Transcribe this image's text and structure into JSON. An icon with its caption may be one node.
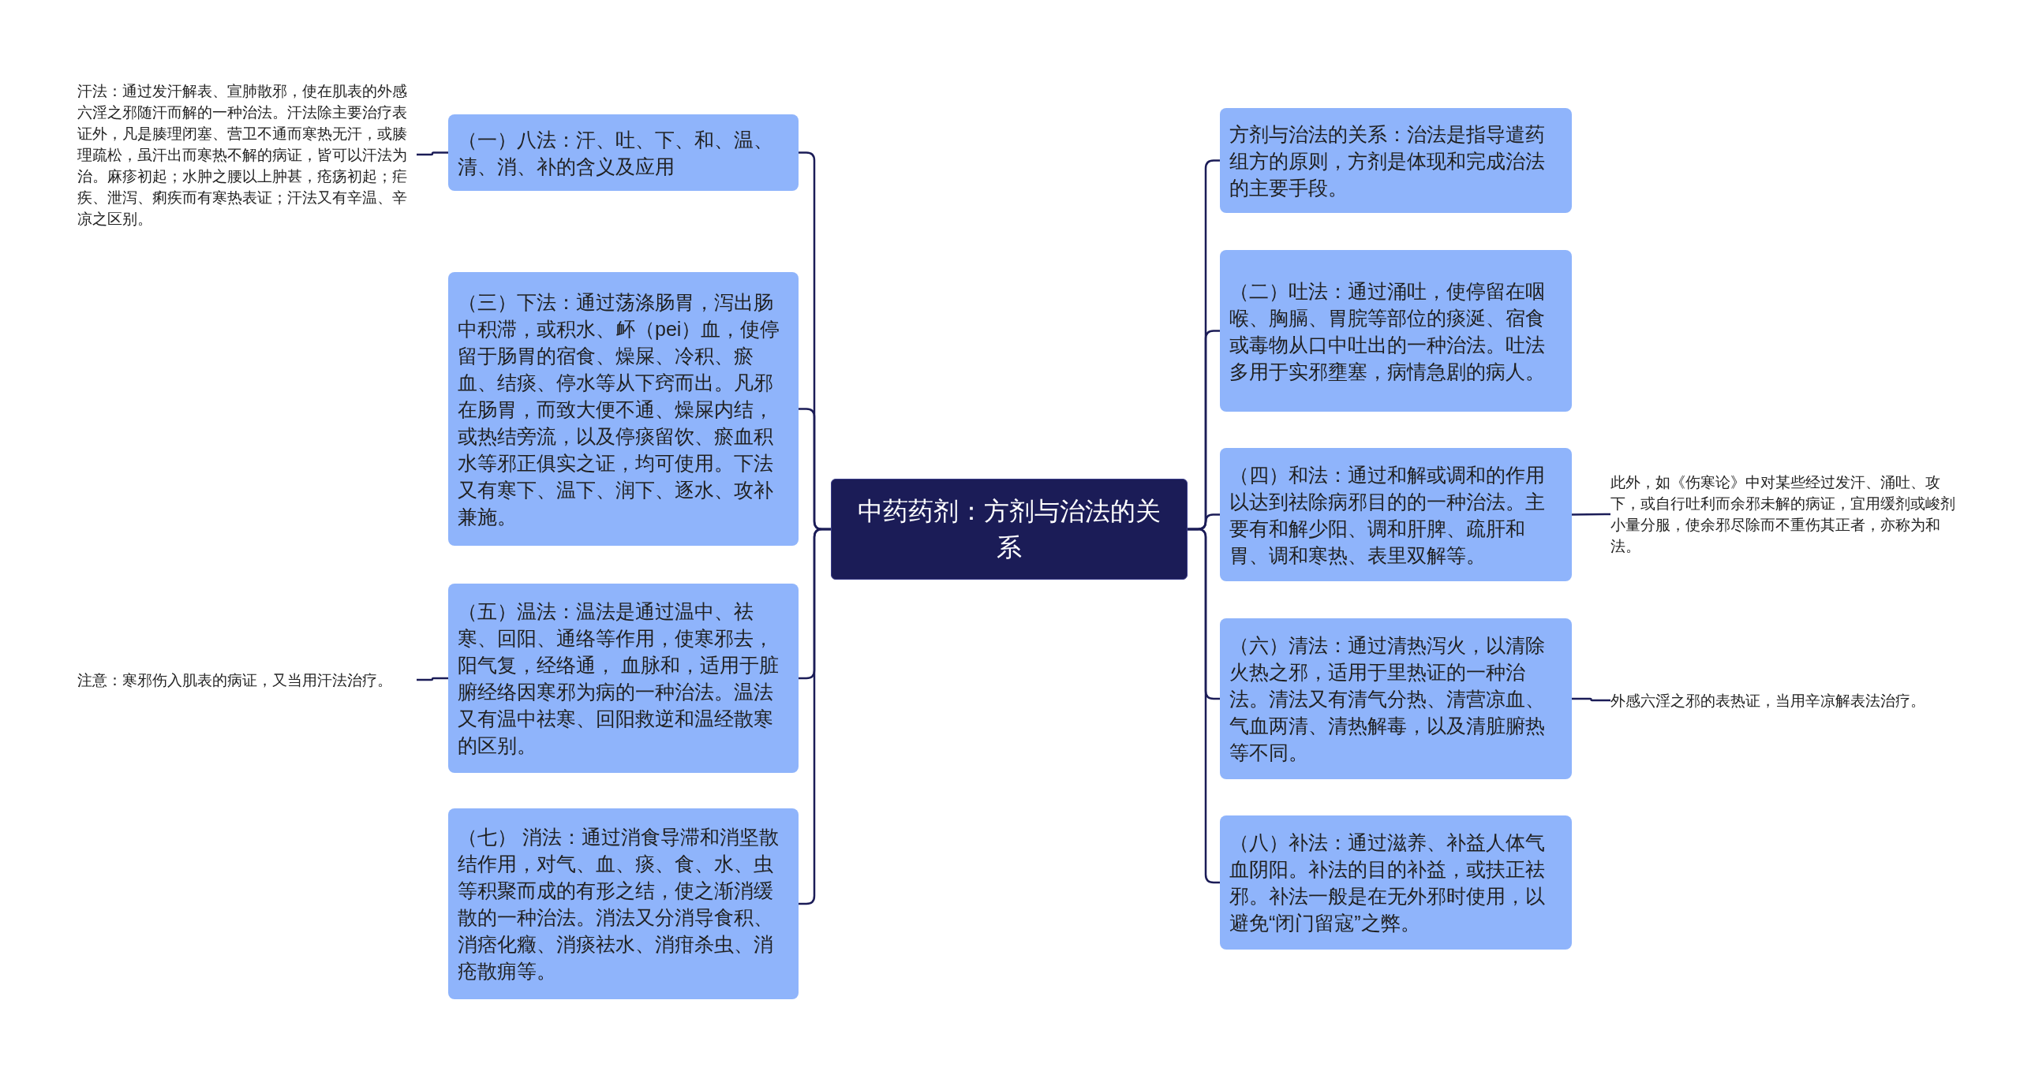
{
  "diagram": {
    "nodes": [
      {
        "text": [
          "中药药剂：方剂与治法的关系"
        ]
      },
      {
        "text": [
          "（一）八法：汗、吐、下、和、温、清、消、补的含义及应用"
        ]
      },
      {
        "text": [
          "（三）下法：通过荡涤肠胃，泻出肠中积滞，或积水、衃（pei）血，使停留于肠胃的宿食、燥屎、冷积、瘀血、结痰、停水等从下窍而出。凡邪在肠胃，而致大便不通、燥屎内结，或热结旁流，以及停痰留饮、瘀血积水等邪正俱实之证，均可使用。下法又有寒下、温下、润下、逐水、攻补兼施。"
        ]
      },
      {
        "text": [
          "（五）温法：温法是通过温中、祛寒、回阳、通络等作用，使寒邪去，阳气复，经络通， 血脉和，适用于脏腑经络因寒邪为病的一种治法。温法又有温中祛寒、回阳救逆和温经散寒的区别。"
        ]
      },
      {
        "text": [
          "（七） 消法：通过消食导滞和消坚散结作用，对气、血、痰、食、水、虫等积聚而成的有形之结，使之渐消缓散的一种治法。消法又分消导食积、消痞化癥、消痰祛水、消疳杀虫、消疮散痈等。"
        ]
      },
      {
        "text": [
          "方剂与治法的关系：治法是指导遣药组方的原则，方剂是体现和完成治法的主要手段。"
        ]
      },
      {
        "text": [
          "（二）吐法：通过涌吐，使停留在咽喉、胸膈、胃脘等部位的痰涎、宿食或毒物从口中吐出的一种治法。吐法多用于实邪壅塞，病情急剧的病人。"
        ]
      },
      {
        "text": [
          "（四）和法：通过和解或调和的作用以达到祛除病邪目的的一种治法。主要有和解少阳、调和肝脾、疏肝和胃、调和寒热、表里双解等。"
        ]
      },
      {
        "text": [
          "（六）清法：通过清热泻火，以清除火热之邪，适用于里热证的一种治法。清法又有清气分热、清营凉血、气血两清、清热解毒，以及清脏腑热等不同。"
        ]
      },
      {
        "text": [
          "（八）补法：通过滋养、补益人体气血阴阳。补法的目的补益，或扶正祛邪。补法一般是在无外邪时使用，以避免“闭门留寇”之弊。"
        ]
      },
      {
        "text": [
          "汗法：通过发汗解表、宣肺散邪，使在肌表的外感六淫之邪随汗而解的一种治法。汗法除主要治疗表证外，凡是腠理闭塞、营卫不通而寒热无汗，或腠理疏松，虽汗出而寒热不解的病证，皆可以汗法为治。麻疹初起；水肿之腰以上肿甚，疮疡初起；疟疾、泄泻、痢疾而有寒热表证；汗法又有辛温、辛凉之区别。"
        ]
      },
      {
        "text": [
          "注意：寒邪伤入肌表的病证，又当用汗法治疗。"
        ]
      },
      {
        "text": [
          "此外，如《伤寒论》中对某些经过发汗、涌吐、攻下，或自行吐利而余邪未解的病证，宜用缓剂或峻剂小量分服，使余邪尽除而不重伤其正者，亦称为和法。"
        ]
      },
      {
        "text": [
          "外感六淫之邪的表热证，当用辛凉解表法治疗。"
        ]
      }
    ],
    "edges": [
      {
        "from": 0,
        "to": 1,
        "arrow": "none"
      },
      {
        "from": 0,
        "to": 2,
        "arrow": "none"
      },
      {
        "from": 0,
        "to": 3,
        "arrow": "none"
      },
      {
        "from": 0,
        "to": 4,
        "arrow": "none"
      },
      {
        "from": 0,
        "to": 5,
        "arrow": "none"
      },
      {
        "from": 0,
        "to": 6,
        "arrow": "none"
      },
      {
        "from": 0,
        "to": 7,
        "arrow": "none"
      },
      {
        "from": 0,
        "to": 8,
        "arrow": "none"
      },
      {
        "from": 0,
        "to": 9,
        "arrow": "none"
      },
      {
        "from": 1,
        "to": 10,
        "arrow": "none"
      },
      {
        "from": 3,
        "to": 11,
        "arrow": "none"
      },
      {
        "from": 7,
        "to": 12,
        "arrow": "none"
      },
      {
        "from": 8,
        "to": 13,
        "arrow": "none"
      }
    ]
  }
}
